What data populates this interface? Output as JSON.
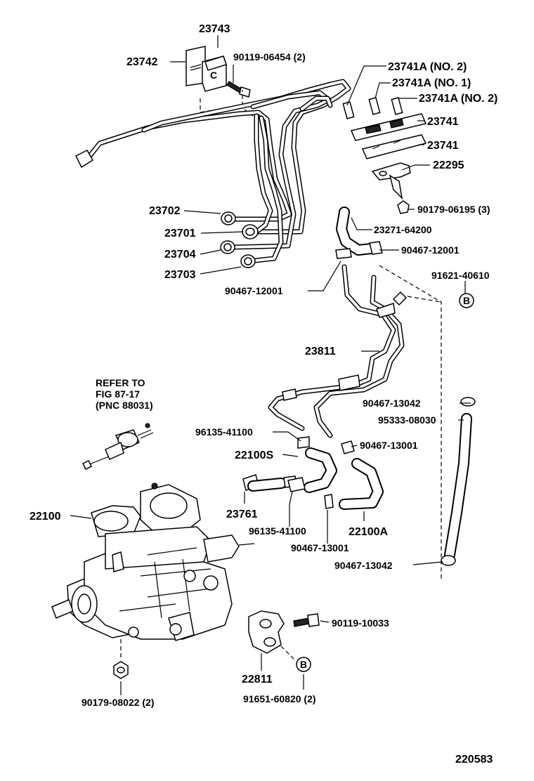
{
  "figure_id": "220583",
  "labels": {
    "p23743": "23743",
    "p23742": "23742",
    "p90119_06454": "90119-06454 (2)",
    "p23741A_1": "23741A (NO. 2)",
    "p23741A_2": "23741A (NO. 1)",
    "p23741A_3": "23741A (NO. 2)",
    "p23741_a": "23741",
    "p23741_b": "23741",
    "p22295": "22295",
    "p90179_06195": "90179-06195 (3)",
    "p23702": "23702",
    "p23701": "23701",
    "p23704": "23704",
    "p23703": "23703",
    "p23271_64200": "23271-64200",
    "p90467_12001_a": "90467-12001",
    "p91621_40610": "91621-40610",
    "p90467_12001_b": "90467-12001",
    "p23811": "23811",
    "refer1": "REFER TO",
    "refer2": "FIG 87-17",
    "refer3": "(PNC 88031)",
    "p90467_13042_a": "90467-13042",
    "p95333_08030": "95333-08030",
    "p96135_41100_a": "96135-41100",
    "p90467_13001_a": "90467-13001",
    "p22100S": "22100S",
    "p22100": "22100",
    "p23761": "23761",
    "p96135_41100_b": "96135-41100",
    "p22100A": "22100A",
    "p90467_13001_b": "90467-13001",
    "p90467_13042_b": "90467-13042",
    "p90119_10033": "90119-10033",
    "p22811": "22811",
    "p91651_60820": "91651-60820 (2)",
    "p90179_08022": "90179-08022 (2)",
    "markerB1": "B",
    "markerB2": "B"
  }
}
